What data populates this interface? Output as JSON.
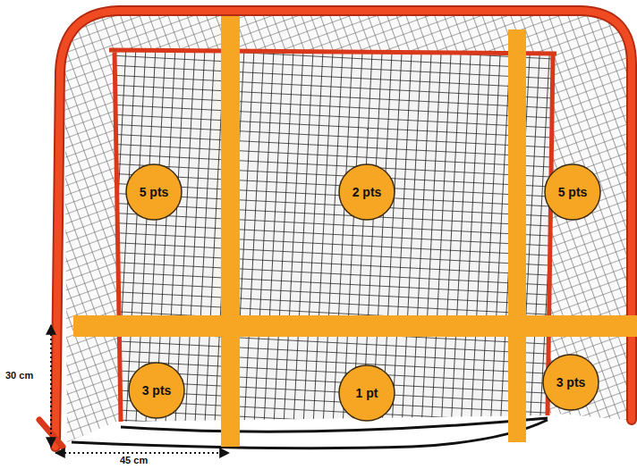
{
  "diagram": {
    "nodes": [
      {
        "text": [
          "5 pts"
        ]
      },
      {
        "text": [
          "2 pts"
        ]
      },
      {
        "text": [
          "5 pts"
        ]
      },
      {
        "text": [
          "3 pts"
        ]
      },
      {
        "text": [
          "1 pt"
        ]
      },
      {
        "text": [
          "3 pts"
        ]
      }
    ],
    "labels": [
      "30 cm",
      "45 cm"
    ]
  }
}
